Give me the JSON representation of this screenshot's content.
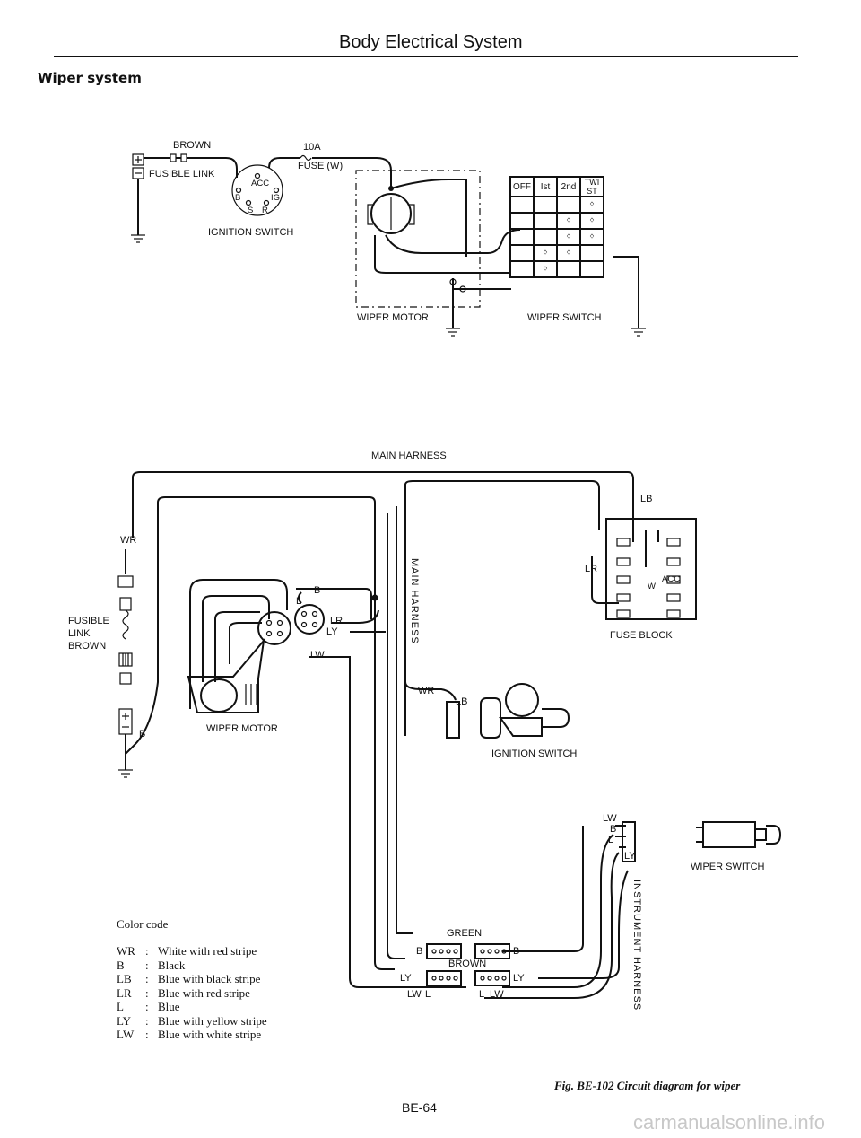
{
  "header": {
    "title": "Body Electrical System",
    "section": "Wiper system"
  },
  "top_diagram": {
    "brown": "BROWN",
    "fusible_link": "FUSIBLE LINK",
    "amp": "10A",
    "fuse": "FUSE (W)",
    "acc": "ACC",
    "b": "B",
    "ig": "IG",
    "s": "S",
    "r": "R",
    "ignition_switch": "IGNITION SWITCH",
    "wiper_motor": "WIPER MOTOR",
    "wiper_switch": "WIPER SWITCH",
    "switch_cols": [
      "OFF",
      "Ist",
      "2nd",
      "TWI ST"
    ]
  },
  "harness": {
    "main_harness": "MAIN HARNESS",
    "main_harness_vertical": "MAIN HARNESS",
    "instrument_harness": "INSTRUMENT HARNESS",
    "wr": "WR",
    "fusible": "FUSIBLE",
    "link": "LINK",
    "brown": "BROWN",
    "b": "B",
    "wiper_motor": "WIPER MOTOR",
    "lb": "LB",
    "lr": "LR",
    "ly": "LY",
    "lw": "LW",
    "l": "L",
    "w": "W",
    "acc": "ACC",
    "fuse_block": "FUSE BLOCK",
    "ignition_switch": "IGNITION SWITCH",
    "wiper_switch": "WIPER SWITCH",
    "green": "GREEN",
    "brown2": "BROWN"
  },
  "color_code": {
    "title": "Color code",
    "entries": [
      {
        "code": "WR",
        "desc": "White with red stripe"
      },
      {
        "code": "B",
        "desc": "Black"
      },
      {
        "code": "LB",
        "desc": "Blue with black stripe"
      },
      {
        "code": "LR",
        "desc": "Blue with red stripe"
      },
      {
        "code": "L",
        "desc": "Blue"
      },
      {
        "code": "LY",
        "desc": "Blue with yellow stripe"
      },
      {
        "code": "LW",
        "desc": "Blue with white stripe"
      }
    ]
  },
  "figure_caption": "Fig. BE-102 Circuit diagram for wiper",
  "page_number": "BE-64",
  "watermark": "carmanualsonline.info"
}
